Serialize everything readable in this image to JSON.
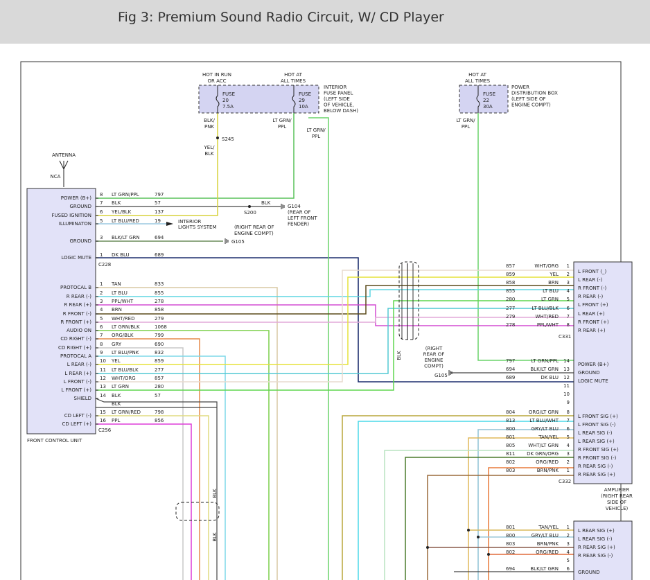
{
  "header": {
    "title": "Fig 3: Premium Sound Radio Circuit, W/ CD Player"
  },
  "colors": {
    "module_fill": "#e2e2f8",
    "fuse_fill": "#d4d4f2",
    "header_bg": "#d9d9d9"
  },
  "top": {
    "hot_run": [
      "HOT IN RUN",
      "OR ACC"
    ],
    "hot_all1": [
      "HOT AT",
      "ALL TIMES"
    ],
    "hot_all2": [
      "HOT AT",
      "ALL TIMES"
    ],
    "fuse1": [
      "FUSE",
      "20",
      "7.5A"
    ],
    "fuse2": [
      "FUSE",
      "29",
      "10A"
    ],
    "fuse3": [
      "FUSE",
      "22",
      "30A"
    ],
    "panel": [
      "INTERIOR",
      "FUSE PANEL",
      "(LEFT SIDE",
      "OF VEHICLE,",
      "BELOW DASH)"
    ],
    "pdb": [
      "POWER",
      "DISTRIBUTION BOX",
      "(LEFT SIDE OF",
      "ENGINE COMPT)"
    ],
    "w_blkpnk": [
      "BLK/",
      "PNK"
    ],
    "w_ltgrnppl_a": [
      "LT GRN/",
      "PPL"
    ],
    "w_ltgrnppl_b": [
      "LT GRN/",
      "PPL"
    ],
    "w_ltgrnppl_c": [
      "LT GRN/",
      "PPL"
    ],
    "s245": "S245",
    "w_yelblk": [
      "YEL/",
      "BLK"
    ]
  },
  "antenna": {
    "label": "ANTENNA",
    "nca": "NCA"
  },
  "fcu": {
    "name": "FRONT CONTROL UNIT",
    "c228": "C228",
    "c256": "C256",
    "pins": [
      "POWER (B+)",
      "GROUND",
      "FUSED IGNITION",
      "ILLUMINATON",
      "GROUND",
      "LOGIC MUTE",
      "PROTOCAL B",
      "R REAR (-)",
      "R REAR (+)",
      "R FRONT (-)",
      "R FRONT (+)",
      "AUDIO ON",
      "CD RIGHT (-)",
      "CD RIGHT (+)",
      "PROTOCAL A",
      "L REAR (-)",
      "L REAR (+)",
      "L FRONT (-)",
      "L FRONT (+)",
      "SHIELD",
      "CD LEFT (-)",
      "CD LEFT (+)"
    ]
  },
  "wires_c228": [
    {
      "pin": "8",
      "color": "LT GRN/PPL",
      "circuit": "797"
    },
    {
      "pin": "7",
      "color": "BLK",
      "circuit": "57"
    },
    {
      "pin": "6",
      "color": "YEL/BLK",
      "circuit": "137"
    },
    {
      "pin": "5",
      "color": "LT BLU/RED",
      "circuit": "19"
    },
    {
      "pin": "3",
      "color": "BLK/LT GRN",
      "circuit": "694"
    },
    {
      "pin": "1",
      "color": "DK BLU",
      "circuit": "689"
    }
  ],
  "ground_notes": {
    "blk": "BLK",
    "s200": "S200",
    "g104": [
      "G104",
      "(REAR OF",
      "LEFT FRONT",
      "FENDER)"
    ],
    "interior": [
      "INTERIOR",
      "LIGHTS SYSTEM"
    ],
    "g105_note": [
      "(RIGHT REAR OF",
      "ENGINE COMPT)"
    ],
    "g105": "G105"
  },
  "wires_c256": [
    {
      "pin": "1",
      "color": "TAN",
      "circuit": "833"
    },
    {
      "pin": "2",
      "color": "LT BLU",
      "circuit": "855"
    },
    {
      "pin": "3",
      "color": "PPL/WHT",
      "circuit": "278"
    },
    {
      "pin": "4",
      "color": "BRN",
      "circuit": "858"
    },
    {
      "pin": "5",
      "color": "WHT/RED",
      "circuit": "279"
    },
    {
      "pin": "6",
      "color": "LT GRN/BLK",
      "circuit": "1068"
    },
    {
      "pin": "7",
      "color": "ORG/BLK",
      "circuit": "799"
    },
    {
      "pin": "8",
      "color": "GRY",
      "circuit": "690"
    },
    {
      "pin": "9",
      "color": "LT BLU/PNK",
      "circuit": "832"
    },
    {
      "pin": "10",
      "color": "YEL",
      "circuit": "859"
    },
    {
      "pin": "11",
      "color": "LT BLU/BLK",
      "circuit": "277"
    },
    {
      "pin": "12",
      "color": "WHT/ORG",
      "circuit": "857"
    },
    {
      "pin": "13",
      "color": "LT GRN",
      "circuit": "280"
    },
    {
      "pin": "14",
      "color": "BLK",
      "circuit": "57"
    },
    {
      "pin": "",
      "color": "BLK",
      "circuit": ""
    },
    {
      "pin": "15",
      "color": "LT GRN/RED",
      "circuit": "798"
    },
    {
      "pin": "16",
      "color": "PPL",
      "circuit": "856"
    }
  ],
  "c331": {
    "name": "C331",
    "rows": [
      {
        "circuit": "857",
        "color": "WHT/ORG",
        "pin": "1",
        "label": "L FRONT (_)"
      },
      {
        "circuit": "859",
        "color": "YEL",
        "pin": "2",
        "label": "L REAR (-)"
      },
      {
        "circuit": "858",
        "color": "BRN",
        "pin": "3",
        "label": "R FRONT (-)"
      },
      {
        "circuit": "855",
        "color": "LT BLU",
        "pin": "4",
        "label": "R REAR (-)"
      },
      {
        "circuit": "280",
        "color": "LT GRN",
        "pin": "5",
        "label": "L FRONT (+)"
      },
      {
        "circuit": "277",
        "color": "LT BLU/BLK",
        "pin": "6",
        "label": "L REAR (+)"
      },
      {
        "circuit": "279",
        "color": "WHT/RED",
        "pin": "7",
        "label": "R FRONT (+)"
      },
      {
        "circuit": "278",
        "color": "PPL/WHT",
        "pin": "8",
        "label": "R REAR (+)"
      }
    ]
  },
  "blk_vert": "BLK",
  "g105b": {
    "label": "G105",
    "note": [
      "(RIGHT",
      "REAR OF",
      "ENGINE",
      "COMPT)"
    ]
  },
  "amp_power": [
    {
      "circuit": "797",
      "color": "LT GRN/PPL",
      "pin": "14",
      "label": "POWER (B+)"
    },
    {
      "circuit": "694",
      "color": "BLK/LT GRN",
      "pin": "13",
      "label": "GROUND"
    },
    {
      "circuit": "689",
      "color": "DK BLU",
      "pin": "12",
      "label": "LOGIC MUTE"
    },
    {
      "circuit": "",
      "color": "",
      "pin": "11",
      "label": ""
    },
    {
      "circuit": "",
      "color": "",
      "pin": "10",
      "label": ""
    },
    {
      "circuit": "",
      "color": "",
      "pin": "9",
      "label": ""
    }
  ],
  "c332": {
    "name": "C332",
    "rows": [
      {
        "circuit": "804",
        "color": "ORG/LT GRN",
        "pin": "8",
        "label": "L FRONT SIG (+)"
      },
      {
        "circuit": "813",
        "color": "LT BLU/WHT",
        "pin": "7",
        "label": "L FRONT SIG (-)"
      },
      {
        "circuit": "800",
        "color": "GRY/LT BLU",
        "pin": "6",
        "label": "L REAR SIG (-)"
      },
      {
        "circuit": "801",
        "color": "TAN/YEL",
        "pin": "5",
        "label": "L REAR SIG (+)"
      },
      {
        "circuit": "805",
        "color": "WHT/LT GRN",
        "pin": "4",
        "label": "R FRONT SIG (+)"
      },
      {
        "circuit": "811",
        "color": "DK GRN/ORG",
        "pin": "3",
        "label": "R FRONT SIG (-)"
      },
      {
        "circuit": "802",
        "color": "ORG/RED",
        "pin": "2",
        "label": "R REAR SIG (-)"
      },
      {
        "circuit": "803",
        "color": "BRN/PNK",
        "pin": "1",
        "label": "R REAR SIG (+)"
      }
    ]
  },
  "amplifier": [
    "AMPLIFIER",
    "(RIGHT REAR",
    "SIDE OF",
    "VEHICLE)"
  ],
  "bottom": {
    "rows": [
      {
        "circuit": "801",
        "color": "TAN/YEL",
        "pin": "1",
        "label": "L REAR SIG (+)"
      },
      {
        "circuit": "800",
        "color": "GRY/LT BLU",
        "pin": "2",
        "label": "L REAR SIG (-)"
      },
      {
        "circuit": "803",
        "color": "BRN/PNK",
        "pin": "3",
        "label": "R REAR SIG (+)"
      },
      {
        "circuit": "802",
        "color": "ORG/RED",
        "pin": "4",
        "label": "R REAR SIG (-)"
      },
      {
        "circuit": "",
        "color": "",
        "pin": "5",
        "label": ""
      },
      {
        "circuit": "694",
        "color": "BLK/LT GRN",
        "pin": "6",
        "label": "GROUND"
      }
    ]
  },
  "blk_b1": "BLK",
  "blk_b2": "BLK"
}
